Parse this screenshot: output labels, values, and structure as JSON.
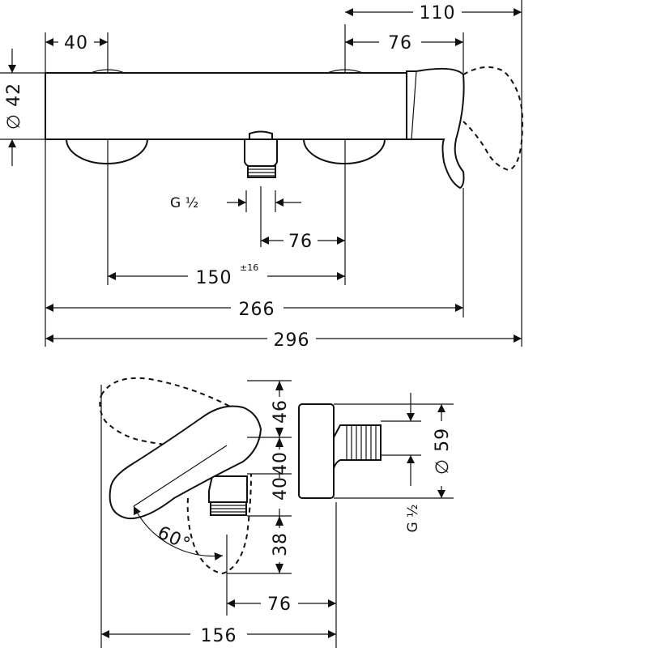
{
  "drawing": {
    "front_view": {
      "dim_overall_width": "296",
      "dim_body_width": "266",
      "dim_center_distance": "150",
      "dim_center_tolerance": "±16",
      "dim_outlet_to_eccentric": "76",
      "dim_eccentric_to_handle": "76",
      "dim_handle_projection": "110",
      "dim_left_offset": "40",
      "dim_body_diameter": "∅ 42",
      "thread_label": "G ½"
    },
    "top_view": {
      "dim_total_depth": "156",
      "dim_outlet_offset": "76",
      "dim_handle_angle": "60°",
      "dim_46": "46",
      "dim_40": "40",
      "dim_38": "38",
      "dim_flange_diameter": "∅ 59",
      "thread_label": "G ½"
    }
  }
}
